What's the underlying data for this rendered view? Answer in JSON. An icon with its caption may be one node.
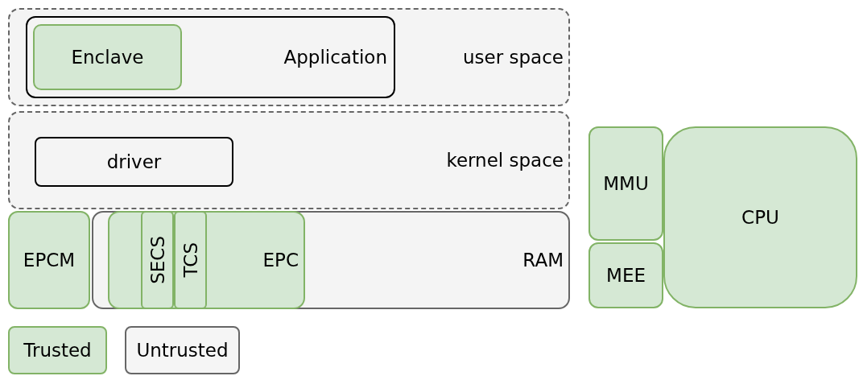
{
  "diagram": {
    "nodes": [
      {
        "text": [
          "user space"
        ]
      },
      {
        "text": [
          "Application"
        ],
        "in": 0
      },
      {
        "text": [
          "Enclave"
        ],
        "in": 1
      },
      {
        "text": [
          "kernel space"
        ]
      },
      {
        "text": [
          "driver"
        ],
        "in": 3
      },
      {
        "text": [
          "EPCM"
        ]
      },
      {
        "text": [
          "RAM"
        ]
      },
      {
        "text": [
          "EPC"
        ],
        "in": 6
      },
      {
        "text": [
          "SECS"
        ],
        "in": 7
      },
      {
        "text": [
          "TCS"
        ],
        "in": 7
      },
      {
        "text": [
          "MMU"
        ]
      },
      {
        "text": [
          "MEE"
        ]
      },
      {
        "text": [
          "CPU"
        ]
      }
    ],
    "edges": [],
    "legend": [
      {
        "text": "Trusted",
        "color": "#d5e8d4"
      },
      {
        "text": "Untrusted",
        "color": "#f5f5f5"
      }
    ]
  }
}
